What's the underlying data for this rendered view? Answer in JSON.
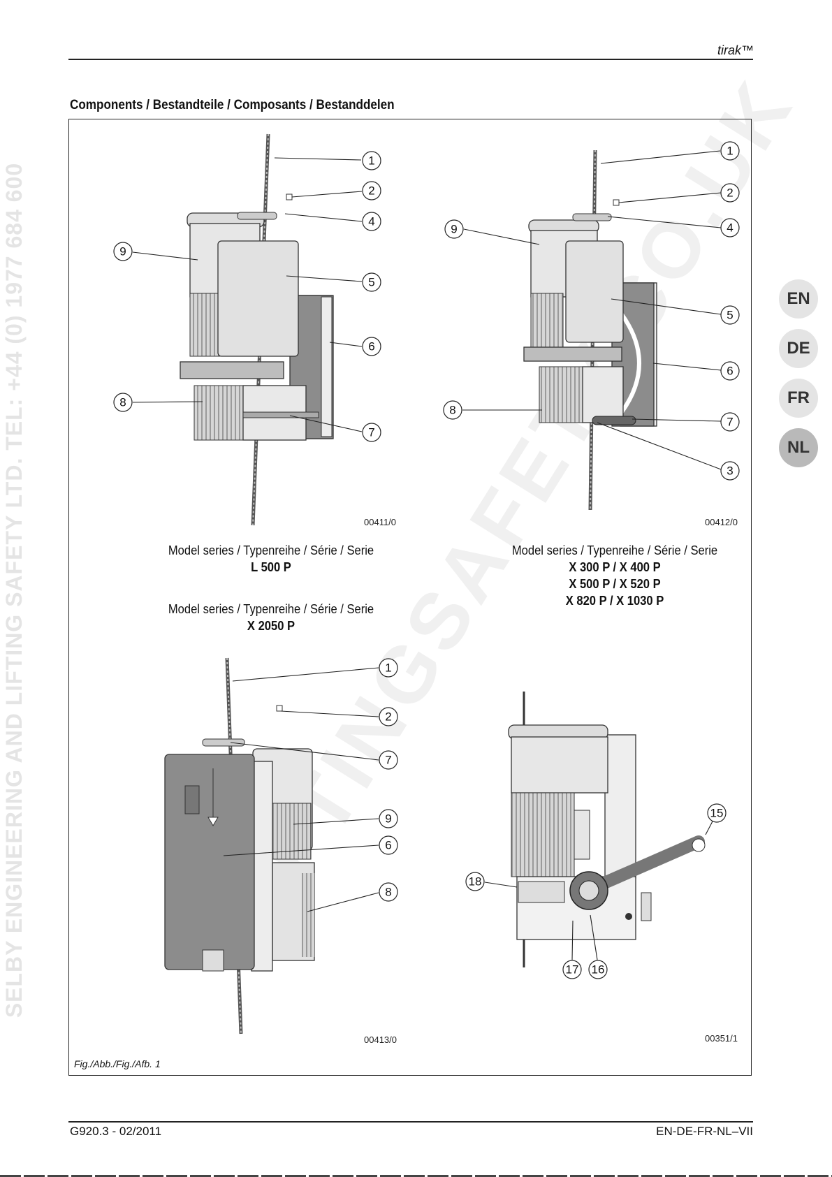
{
  "watermark_side": "SELBY ENGINEERING AND LIFTING SAFETY LTD.  TEL: +44 (0) 1977 684 600",
  "watermark_diagonal": "LIFTINGSAFETY.CO.UK",
  "header": {
    "brand": "tirak™"
  },
  "section_title": "Components / Bestandteile / Composants / Bestanddelen",
  "language_tabs": [
    "EN",
    "DE",
    "FR",
    "NL"
  ],
  "active_language": "NL",
  "figures": [
    {
      "code": "00411/0",
      "caption_label": "Model series / Typenreihe / Série / Serie",
      "models": [
        "L 500 P"
      ],
      "callouts": [
        "1",
        "2",
        "4",
        "9",
        "5",
        "6",
        "8",
        "7"
      ]
    },
    {
      "code": "00412/0",
      "caption_label": "Model series / Typenreihe / Série / Serie",
      "models": [
        "X 300 P / X 400 P",
        "X 500 P / X 520 P",
        "X 820 P / X 1030 P"
      ],
      "callouts": [
        "1",
        "2",
        "4",
        "9",
        "5",
        "6",
        "8",
        "7",
        "3"
      ]
    },
    {
      "code": "00413/0",
      "caption_label": "Model series / Typenreihe / Série / Serie",
      "models": [
        "X 2050 P"
      ],
      "callouts": [
        "1",
        "2",
        "7",
        "9",
        "6",
        "8"
      ]
    },
    {
      "code": "00351/1",
      "caption_label": "",
      "models": [],
      "callouts": [
        "15",
        "18",
        "17",
        "16"
      ]
    }
  ],
  "figure_label": "Fig./Abb./Fig./Afb. 1",
  "footer": {
    "left": "G920.3 - 02/2011",
    "right": "EN-DE-FR-NL–VII"
  }
}
